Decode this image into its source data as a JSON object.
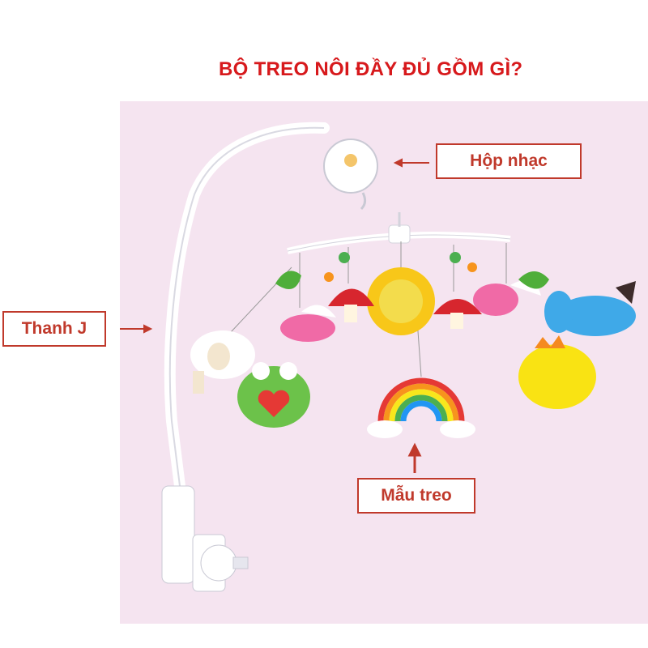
{
  "title": "BỘ TREO NÔI ĐẦY ĐỦ GỒM GÌ?",
  "labels": {
    "music_box": "Hộp nhạc",
    "j_bar": "Thanh J",
    "hanging_toys": "Mẫu treo"
  },
  "colors": {
    "title": "#d7191c",
    "label_border": "#c0392b",
    "background": "#f5e4f0"
  }
}
